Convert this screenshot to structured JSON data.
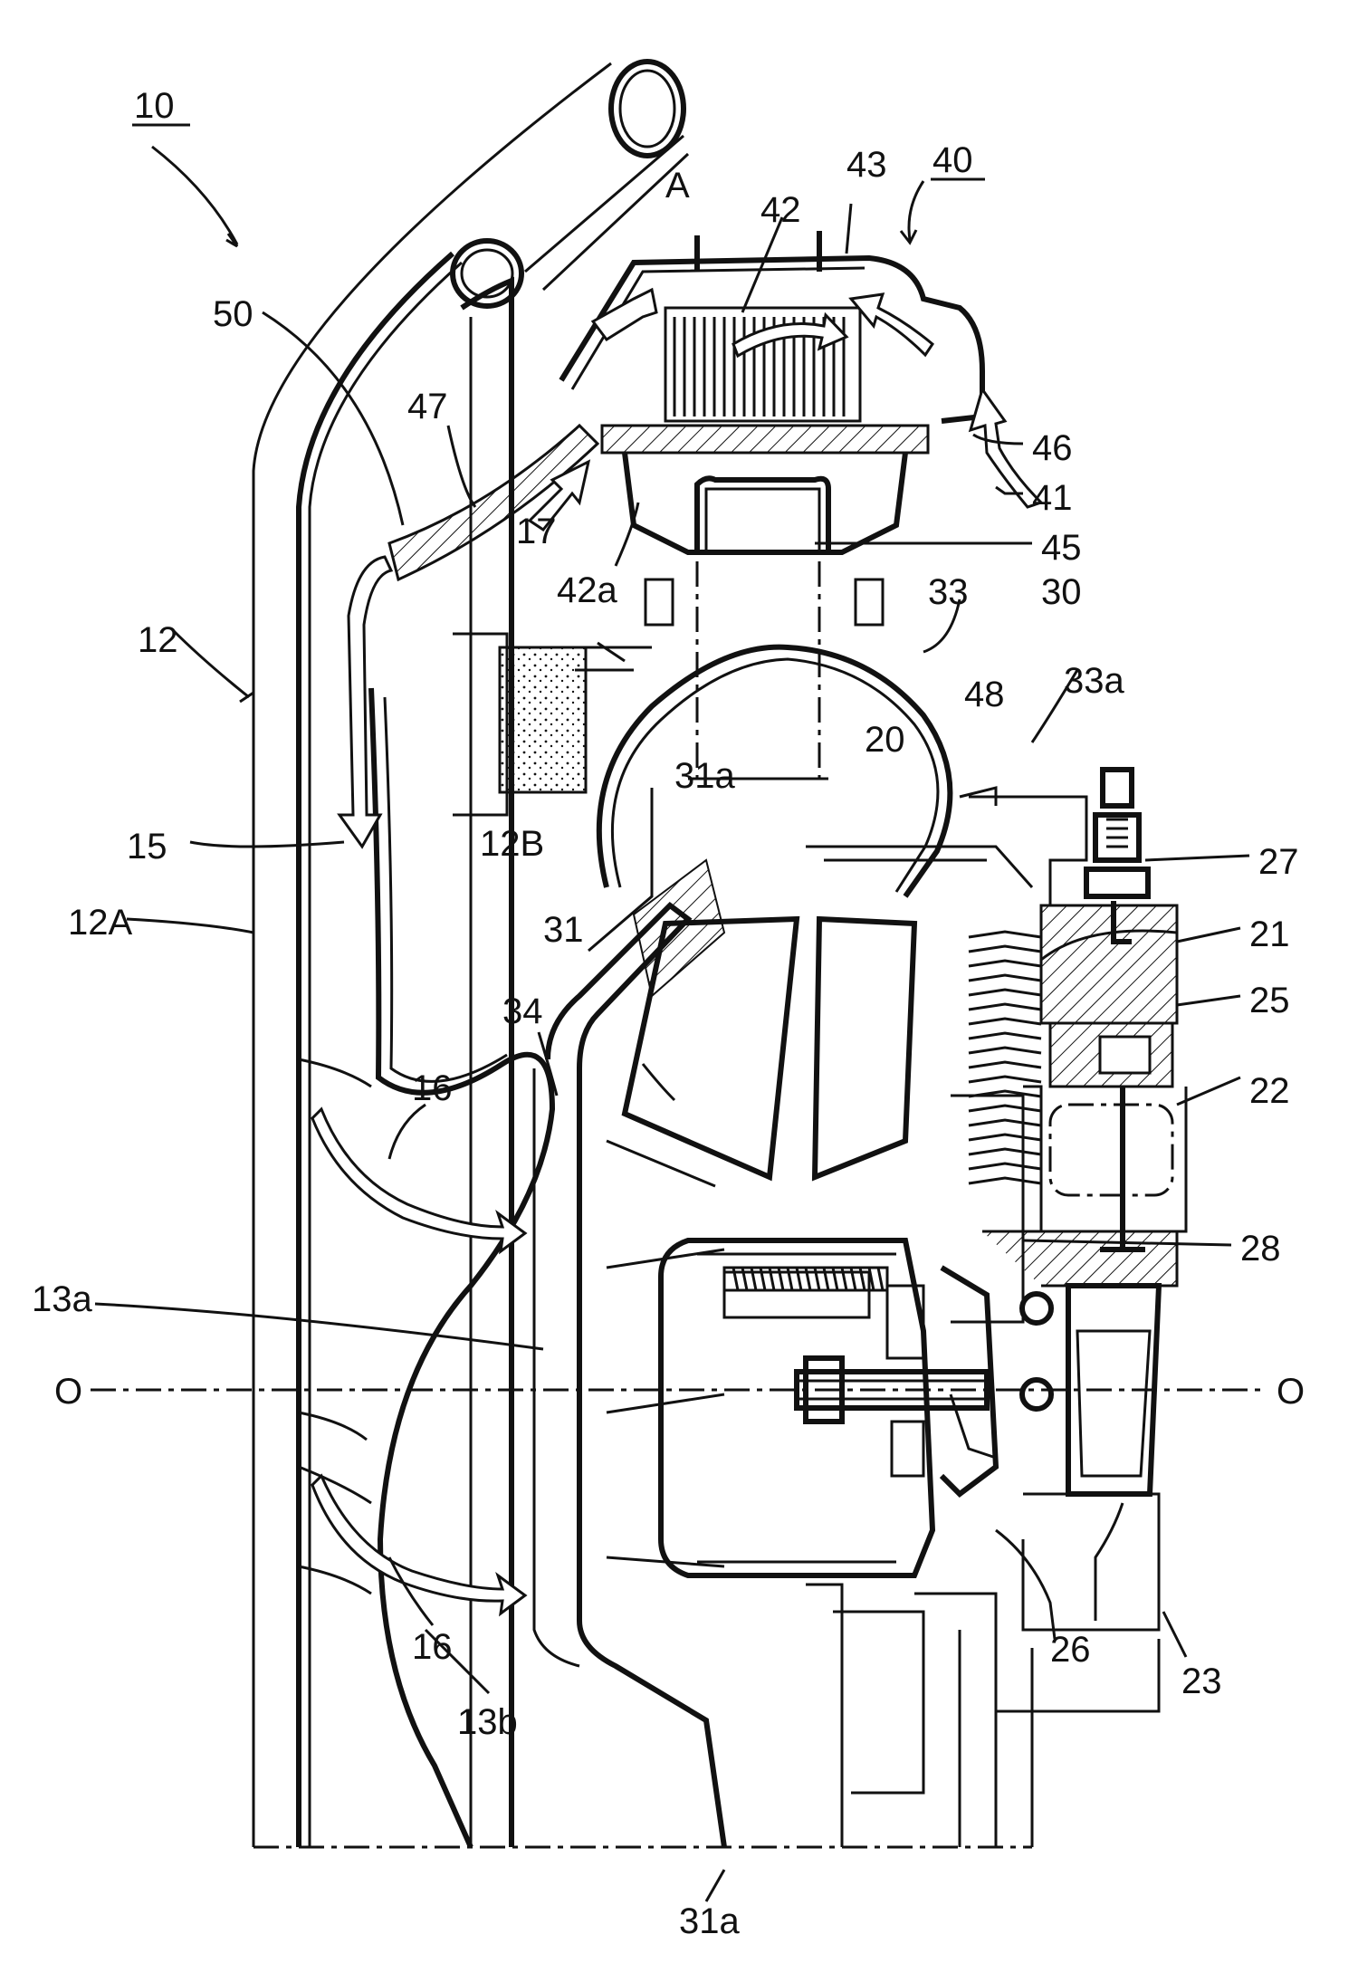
{
  "figure": {
    "main_label": "10",
    "unit_label": "40",
    "axis_left": "O",
    "axis_right": "O",
    "labels": [
      {
        "id": "A",
        "text": "A"
      },
      {
        "id": "42",
        "text": "42"
      },
      {
        "id": "43",
        "text": "43"
      },
      {
        "id": "50",
        "text": "50"
      },
      {
        "id": "47",
        "text": "47"
      },
      {
        "id": "46",
        "text": "46"
      },
      {
        "id": "41",
        "text": "41"
      },
      {
        "id": "45",
        "text": "45"
      },
      {
        "id": "17",
        "text": "17"
      },
      {
        "id": "42a",
        "text": "42a"
      },
      {
        "id": "33",
        "text": "33"
      },
      {
        "id": "30",
        "text": "30"
      },
      {
        "id": "12",
        "text": "12"
      },
      {
        "id": "48",
        "text": "48"
      },
      {
        "id": "33a",
        "text": "33a"
      },
      {
        "id": "20",
        "text": "20"
      },
      {
        "id": "31a_top",
        "text": "31a"
      },
      {
        "id": "12B",
        "text": "12B"
      },
      {
        "id": "27",
        "text": "27"
      },
      {
        "id": "15",
        "text": "15"
      },
      {
        "id": "31",
        "text": "31"
      },
      {
        "id": "21",
        "text": "21"
      },
      {
        "id": "12A",
        "text": "12A"
      },
      {
        "id": "25",
        "text": "25"
      },
      {
        "id": "34",
        "text": "34"
      },
      {
        "id": "16_top",
        "text": "16"
      },
      {
        "id": "22",
        "text": "22"
      },
      {
        "id": "28",
        "text": "28"
      },
      {
        "id": "13a",
        "text": "13a"
      },
      {
        "id": "26",
        "text": "26"
      },
      {
        "id": "23",
        "text": "23"
      },
      {
        "id": "16_bottom",
        "text": "16"
      },
      {
        "id": "13b",
        "text": "13b"
      },
      {
        "id": "31a_bottom",
        "text": "31a"
      }
    ]
  }
}
